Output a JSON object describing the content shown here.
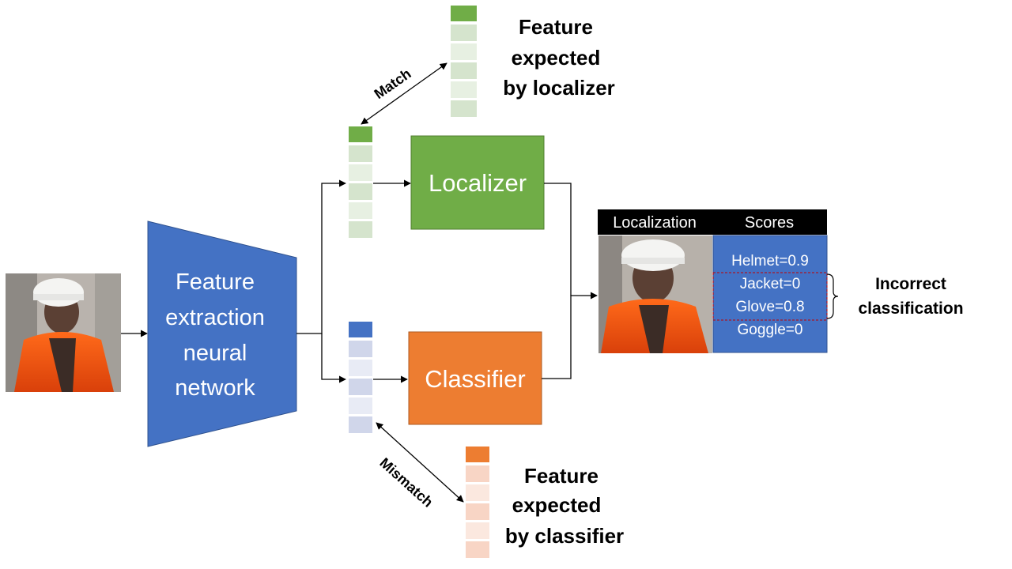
{
  "extractor": {
    "lines": [
      "Feature",
      "extraction",
      "neural",
      "network"
    ],
    "color": "#4472C4"
  },
  "localizer": {
    "label": "Localizer",
    "color": "#70AD47"
  },
  "classifier": {
    "label": "Classifier",
    "color": "#ED7D31"
  },
  "output": {
    "localization_header": "Localization",
    "scores_header": "Scores",
    "scores": [
      "Helmet=0.9",
      "Jacket=0",
      "Glove=0.8",
      "Goggle=0"
    ],
    "highlight_color": "#C00000"
  },
  "annotation": {
    "lines": [
      "Incorrect",
      "classification"
    ]
  },
  "match_label": "Match",
  "mismatch_label": "Mismatch",
  "expected_localizer": {
    "lines": [
      "Feature",
      "expected",
      "by localizer"
    ]
  },
  "expected_classifier": {
    "lines": [
      "Feature",
      "expected",
      "by classifier"
    ]
  },
  "colors": {
    "green_head": "#70AD47",
    "green_cell_a": "#D5E4CD",
    "green_cell_b": "#E7F0E2",
    "blue_head": "#4472C4",
    "blue_cell_a": "#D0D6EA",
    "blue_cell_b": "#E8EBF5",
    "orange_head": "#ED7D31",
    "orange_cell_a": "#F8D5C5",
    "orange_cell_b": "#FBE8DF",
    "score_box": "#4472C4"
  }
}
